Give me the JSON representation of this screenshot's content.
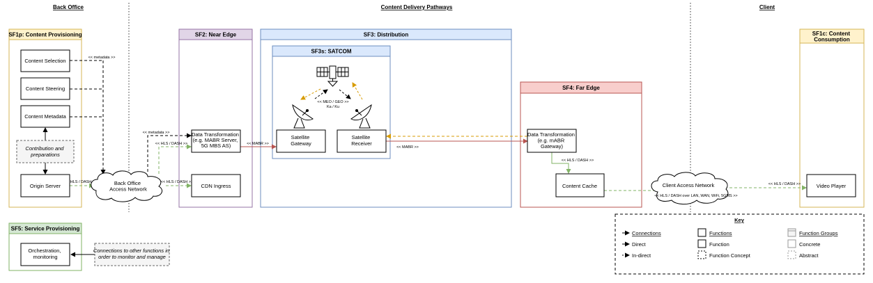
{
  "sections": {
    "back_office": "Back Office",
    "pathways": "Content Delivery Pathways",
    "client": "Client"
  },
  "groups": {
    "sf1p": "SF1p: Content Provisioning",
    "sf2": "SF2: Near Edge",
    "sf3": "SF3: Distribution",
    "sf3s": "SF3s: SATCOM",
    "sf4": "SF4: Far Edge",
    "sf1c": [
      "SF1c: Content",
      "Consumption"
    ],
    "sf5": "SF5: Service Provisioning"
  },
  "functions": {
    "content_selection": "Content Selection",
    "content_steering": "Content Steering",
    "content_metadata": "Content Metadata",
    "contribution": [
      "Contribution and",
      "preparations"
    ],
    "origin_server": "Origin Server",
    "back_office_network": [
      "Back Office",
      "Access Network"
    ],
    "data_transformation_1": [
      "Data Transformation",
      "(e.g. MABR Server,",
      "5G MBS AS)"
    ],
    "cdn_ingress": "CDN Ingress",
    "satellite_gateway": [
      "Satellite",
      "Gateway"
    ],
    "satellite_receiver": [
      "Satellite",
      "Receiver"
    ],
    "data_transformation_2": [
      "Data Transformation",
      "(e.g. mABR",
      "Gateway)"
    ],
    "content_cache": "Content Cache",
    "client_access_network": "Client Access Network",
    "video_player": "Video Player",
    "orchestration": [
      "Orchestration,",
      "monitoring"
    ],
    "connections_note": [
      "Connections to other functions in",
      "order to monitor and manage"
    ]
  },
  "labels": {
    "metadata_1": "<< metadata >>",
    "metadata_2": "<< metadata >>",
    "hls_dash_1": "<< HLS / DASH >>",
    "hls_dash_2": "<< HLS / DASH >>",
    "hls_dash_3": "<< HLS / DASH >>",
    "hls_dash_4": "<< HLS / DASH >>",
    "hls_dash_5": "<< HLS / DASH >>",
    "mabr_1": "<< MABR >>",
    "mabr_2": "<< MABR >>",
    "meo_geo": "<< MEO / GEO >>",
    "ka_ku": "Ka / Ku",
    "client_net_sub": "<< HLS / DASH over LAN, WAN, WiFi, 5GMS >>"
  },
  "key": {
    "title": "Key",
    "connections": "Connections",
    "direct": "Direct",
    "indirect": "In-direct",
    "functions": "Functions",
    "function": "Function",
    "function_concept": "Function Concept",
    "function_groups": "Function Groups",
    "concrete": "Concrete",
    "abstract": "Abstract"
  },
  "colors": {
    "sf1_border": "#d6b656",
    "sf1_fill": "#fff2cc",
    "sf2_border": "#9673a6",
    "sf2_fill": "#e1d5e7",
    "sf3_border": "#6c8ebf",
    "sf3_fill": "#dae8fc",
    "sf4_border": "#b85450",
    "sf4_fill": "#f8cecc",
    "sf5_border": "#82b366",
    "sf5_fill": "#d5e8d4",
    "green_link": "#82b366",
    "red_link": "#b85450",
    "orange_link": "#d79b00"
  }
}
